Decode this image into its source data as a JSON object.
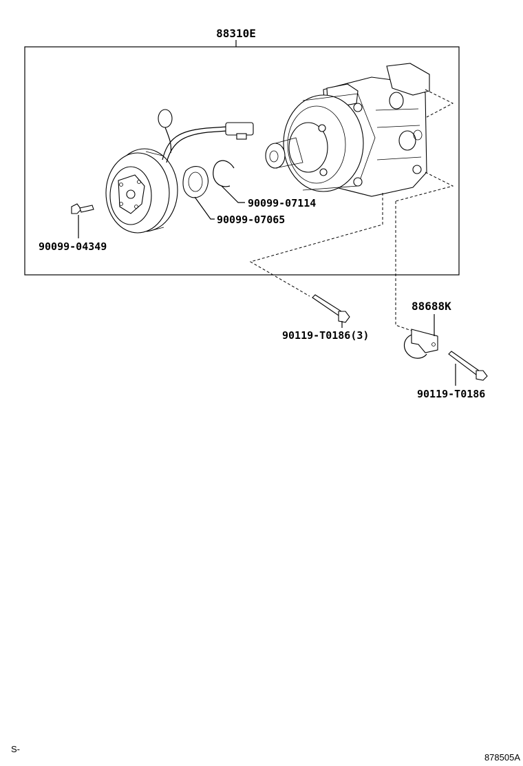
{
  "labels": {
    "assembly": "88310E",
    "snap_ring": "90099-07114",
    "shim": "90099-07065",
    "clutch_bolt": "90099-04349",
    "mount_bolt_x3": "90119-T0186(3)",
    "bracket": "88688K",
    "bracket_bolt": "90119-T0186"
  },
  "footer": {
    "left_code": "S-",
    "figure_number": "878505A"
  },
  "colors": {
    "ink": "#000000",
    "paper": "#ffffff"
  }
}
